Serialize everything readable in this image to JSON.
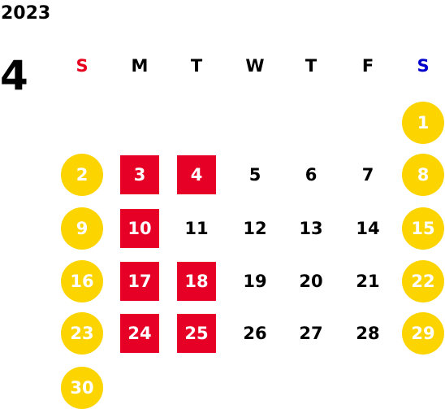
{
  "calendar": {
    "year": "2023",
    "month": "4",
    "colors": {
      "sunday_header": "#e8001f",
      "saturday_header": "#0000cc",
      "weekend_circle": "#fcd400",
      "holiday_square": "#e60026"
    },
    "weekdays": [
      {
        "label": "S"
      },
      {
        "label": "M"
      },
      {
        "label": "T"
      },
      {
        "label": "W"
      },
      {
        "label": "T"
      },
      {
        "label": "F"
      },
      {
        "label": "S"
      }
    ],
    "weeks": [
      [
        null,
        null,
        null,
        null,
        null,
        null,
        {
          "day": "1",
          "style": "weekend"
        }
      ],
      [
        {
          "day": "2",
          "style": "weekend"
        },
        {
          "day": "3",
          "style": "holiday"
        },
        {
          "day": "4",
          "style": "holiday"
        },
        {
          "day": "5",
          "style": "normal"
        },
        {
          "day": "6",
          "style": "normal"
        },
        {
          "day": "7",
          "style": "normal"
        },
        {
          "day": "8",
          "style": "weekend"
        }
      ],
      [
        {
          "day": "9",
          "style": "weekend"
        },
        {
          "day": "10",
          "style": "holiday"
        },
        {
          "day": "11",
          "style": "normal"
        },
        {
          "day": "12",
          "style": "normal"
        },
        {
          "day": "13",
          "style": "normal"
        },
        {
          "day": "14",
          "style": "normal"
        },
        {
          "day": "15",
          "style": "weekend"
        }
      ],
      [
        {
          "day": "16",
          "style": "weekend"
        },
        {
          "day": "17",
          "style": "holiday"
        },
        {
          "day": "18",
          "style": "holiday"
        },
        {
          "day": "19",
          "style": "normal"
        },
        {
          "day": "20",
          "style": "normal"
        },
        {
          "day": "21",
          "style": "normal"
        },
        {
          "day": "22",
          "style": "weekend"
        }
      ],
      [
        {
          "day": "23",
          "style": "weekend"
        },
        {
          "day": "24",
          "style": "holiday"
        },
        {
          "day": "25",
          "style": "holiday"
        },
        {
          "day": "26",
          "style": "normal"
        },
        {
          "day": "27",
          "style": "normal"
        },
        {
          "day": "28",
          "style": "normal"
        },
        {
          "day": "29",
          "style": "weekend"
        }
      ],
      [
        {
          "day": "30",
          "style": "weekend"
        },
        null,
        null,
        null,
        null,
        null,
        null
      ]
    ]
  }
}
